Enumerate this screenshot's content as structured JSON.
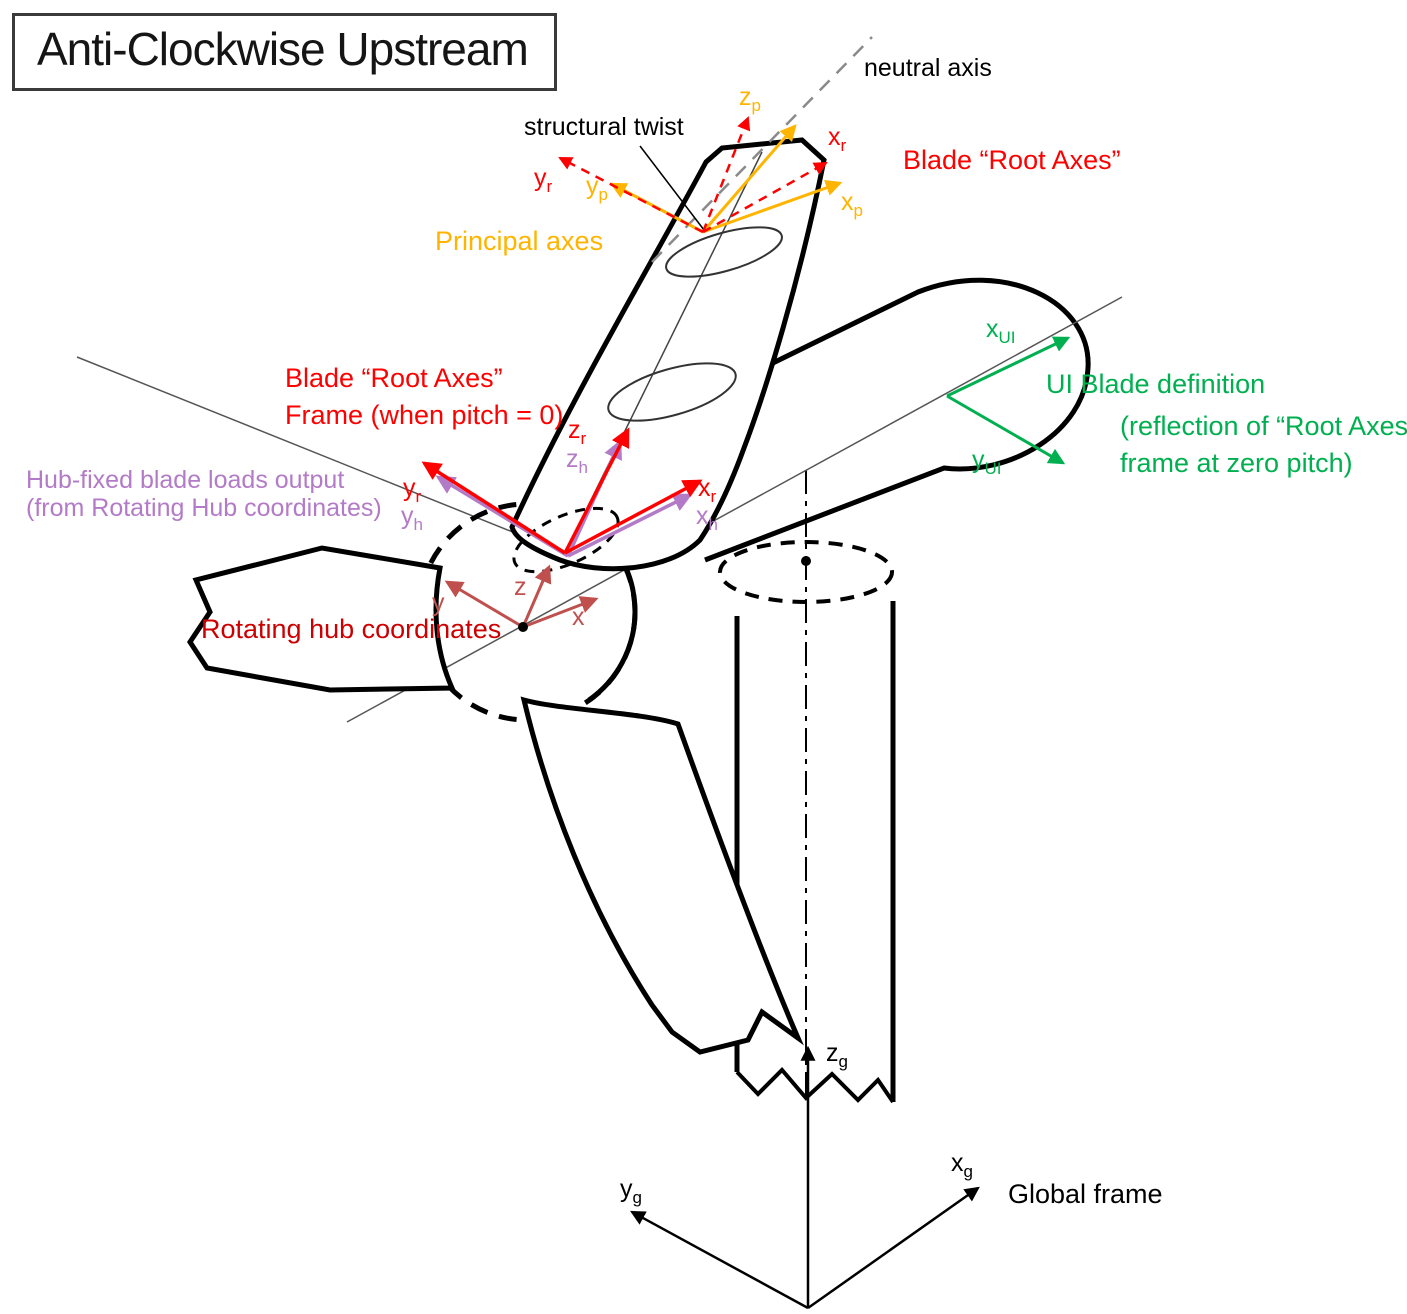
{
  "title": "Anti-Clockwise Upstream",
  "annotations": {
    "neutral_axis": "neutral axis",
    "structural_twist": "structural twist",
    "principal_axes": "Principal axes",
    "blade_root_axes": "Blade “Root Axes”",
    "root_frame": {
      "line1": "Blade “Root Axes”",
      "line2": "Frame  (when pitch = 0)"
    },
    "hub_fixed": {
      "line1": "Hub-fixed blade loads output",
      "line2": "(from Rotating Hub coordinates)"
    },
    "rotating_hub": "Rotating hub coordinates",
    "ui_blade": {
      "line1": "UI Blade definition",
      "line2": "(reflection of “Root Axes”",
      "line3": "frame at zero pitch)"
    },
    "global_frame": "Global frame"
  },
  "axis_labels": {
    "zp": {
      "main": "z",
      "sub": "p"
    },
    "xr_top": {
      "main": "x",
      "sub": "r"
    },
    "yr_top": {
      "main": "y",
      "sub": "r"
    },
    "yp": {
      "main": "y",
      "sub": "p"
    },
    "xp": {
      "main": "x",
      "sub": "p"
    },
    "zr": {
      "main": "z",
      "sub": "r"
    },
    "zh": {
      "main": "z",
      "sub": "h"
    },
    "yr": {
      "main": "y",
      "sub": "r"
    },
    "yh": {
      "main": "y",
      "sub": "h"
    },
    "xr": {
      "main": "x",
      "sub": "r"
    },
    "xh": {
      "main": "x",
      "sub": "h"
    },
    "xui": {
      "main": "x",
      "sub": "UI"
    },
    "yui": {
      "main": "y",
      "sub": "UI"
    },
    "hub_x": {
      "main": "x",
      "sub": ""
    },
    "hub_y": {
      "main": "y",
      "sub": ""
    },
    "hub_z": {
      "main": "z",
      "sub": ""
    },
    "zg": {
      "main": "z",
      "sub": "g"
    },
    "yg": {
      "main": "y",
      "sub": "g"
    },
    "xg": {
      "main": "x",
      "sub": "g"
    }
  },
  "colors": {
    "root_axes_red": "#ff0000",
    "principal_orange": "#ffb400",
    "hub_loads_purple": "#b37bc7",
    "ui_green": "#00b050",
    "rotating_hub_brick": "#c0504d",
    "rotating_hub_text": "#cc0000",
    "global_black": "#000000",
    "neutral_axis_gray": "#8a8a8a"
  }
}
